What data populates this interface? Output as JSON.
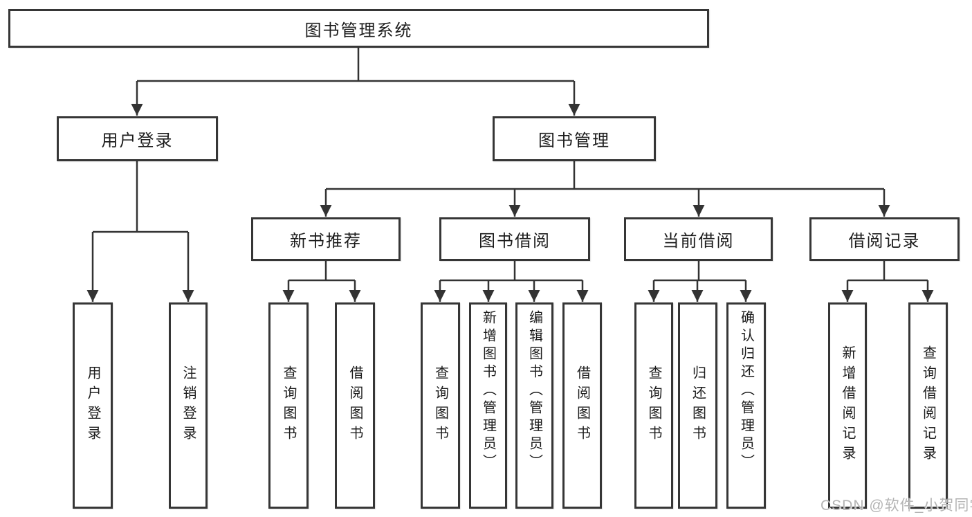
{
  "diagram_type": "tree",
  "root": {
    "label": "图书管理系统"
  },
  "branches": [
    {
      "label": "用户登录",
      "children": [
        {
          "label": "用户登录"
        },
        {
          "label": "注销登录"
        }
      ]
    },
    {
      "label": "图书管理",
      "children": [
        {
          "label": "新书推荐",
          "children": [
            {
              "label": "查询图书"
            },
            {
              "label": "借阅图书"
            }
          ]
        },
        {
          "label": "图书借阅",
          "children": [
            {
              "label": "查询图书"
            },
            {
              "label": "新增图书（管理员）"
            },
            {
              "label": "编辑图书（管理员）"
            },
            {
              "label": "借阅图书"
            }
          ]
        },
        {
          "label": "当前借阅",
          "children": [
            {
              "label": "查询图书"
            },
            {
              "label": "归还图书"
            },
            {
              "label": "确认归还（管理员）"
            }
          ]
        },
        {
          "label": "借阅记录",
          "children": [
            {
              "label": "新增借阅记录"
            },
            {
              "label": "查询借阅记录"
            }
          ]
        }
      ]
    }
  ],
  "watermark": "CSDN @软件_小贺同学",
  "colors": {
    "line": "#333333",
    "box_border": "#363636",
    "box_background": "#ffffff",
    "text": "#1c1c1c",
    "watermark": "#b4b4b4"
  }
}
